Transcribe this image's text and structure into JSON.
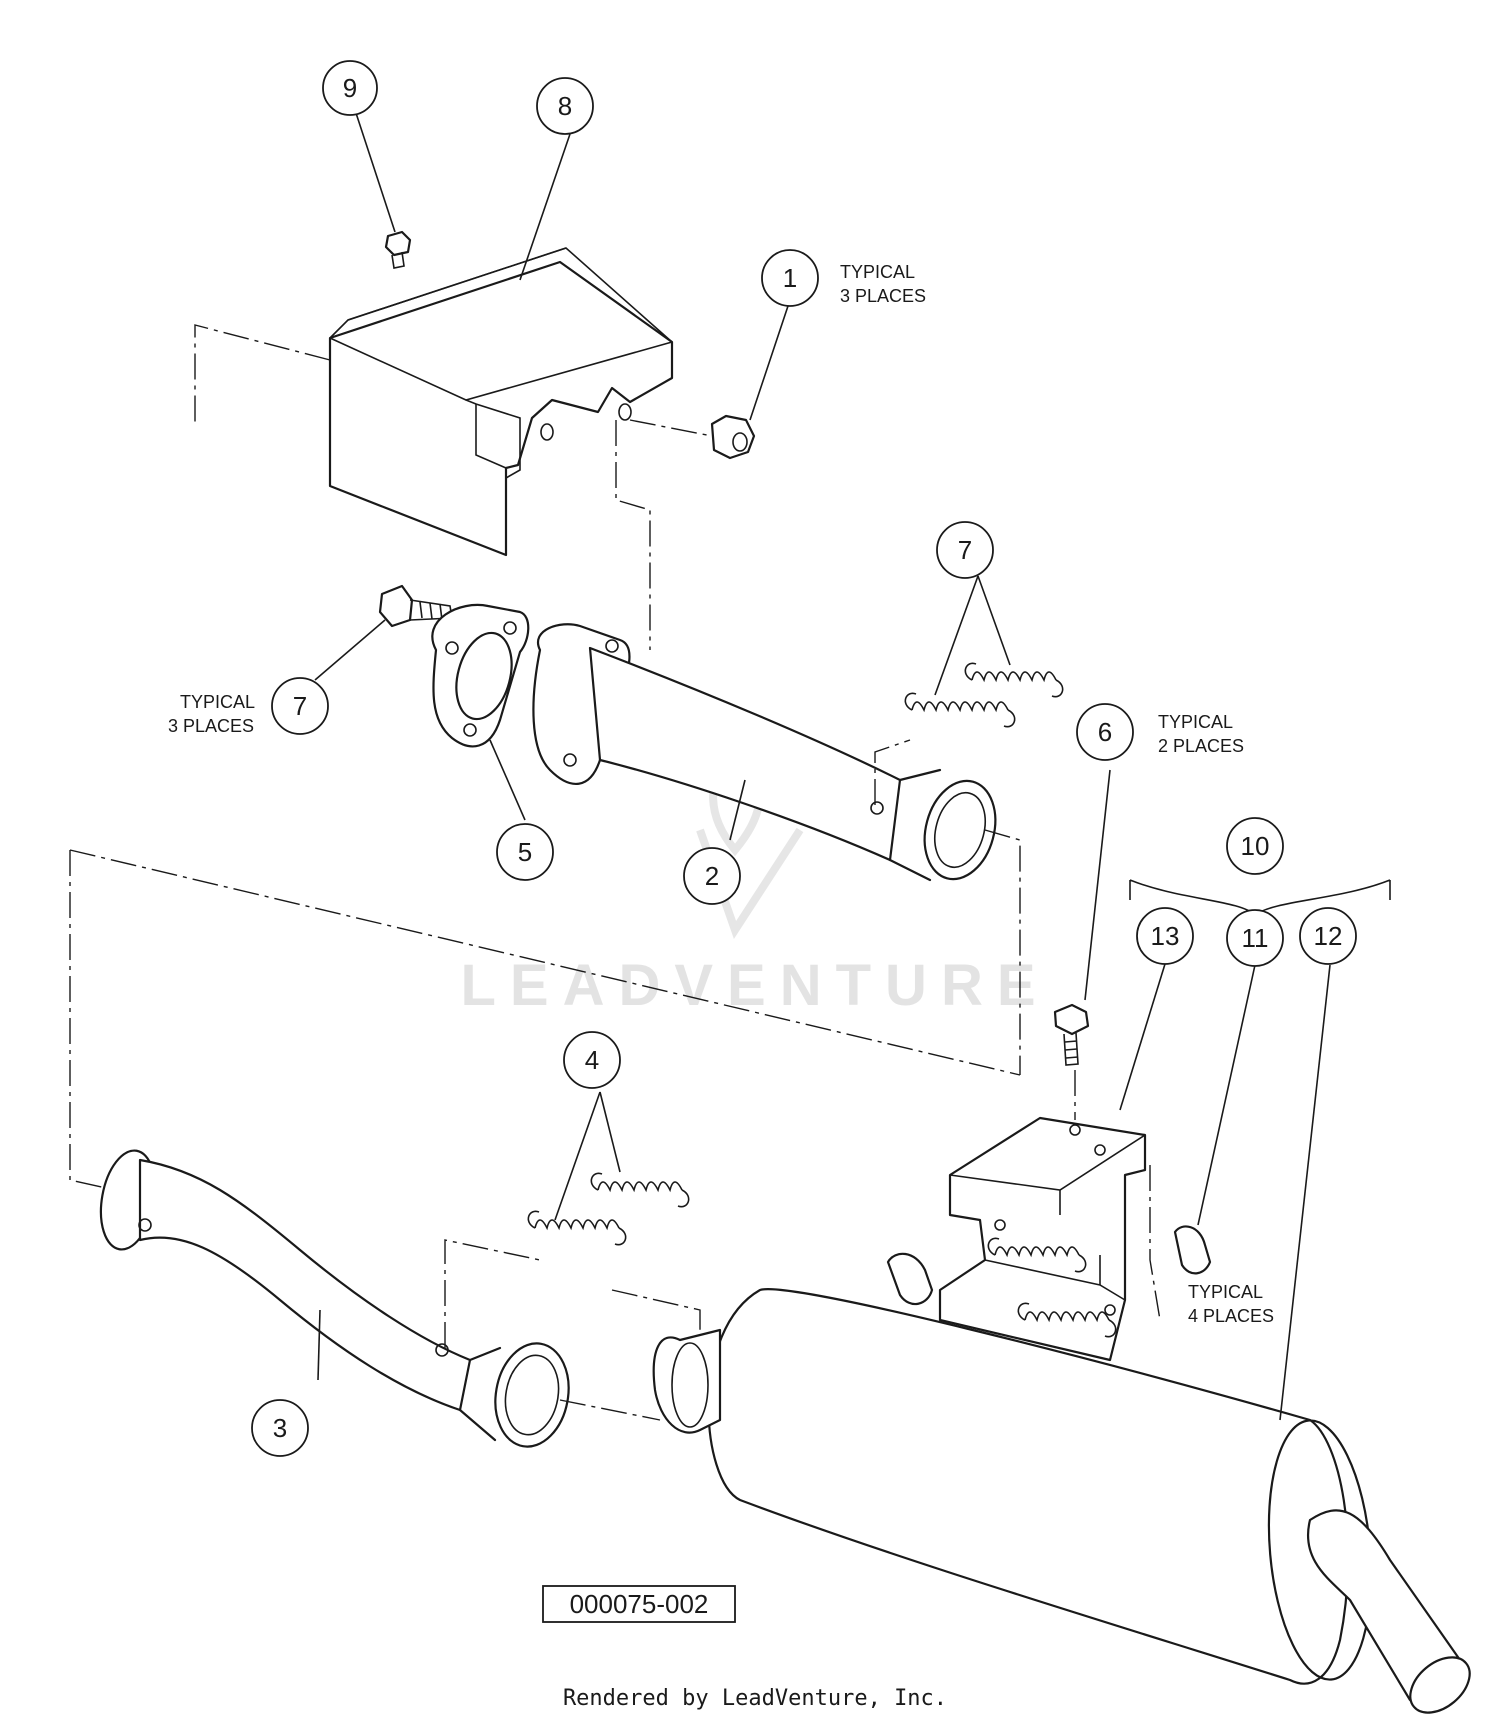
{
  "callouts": [
    {
      "label": "1"
    },
    {
      "label": "2"
    },
    {
      "label": "3"
    },
    {
      "label": "4"
    },
    {
      "label": "5"
    },
    {
      "label": "6"
    },
    {
      "label": "7"
    },
    {
      "label": "7"
    },
    {
      "label": "8"
    },
    {
      "label": "9"
    },
    {
      "label": "10"
    },
    {
      "label": "11"
    },
    {
      "label": "12"
    },
    {
      "label": "13"
    }
  ],
  "notes": {
    "nut": {
      "line1": "TYPICAL",
      "line2": "3 PLACES"
    },
    "bolt": {
      "line1": "TYPICAL",
      "line2": "3 PLACES"
    },
    "bracket_bolt": {
      "line1": "TYPICAL",
      "line2": "2 PLACES"
    },
    "springs": {
      "line1": "TYPICAL",
      "line2": "4 PLACES"
    }
  },
  "reference_number": "000075-002",
  "watermark": "LEADVENTURE",
  "footer": "Rendered by LeadVenture, Inc."
}
